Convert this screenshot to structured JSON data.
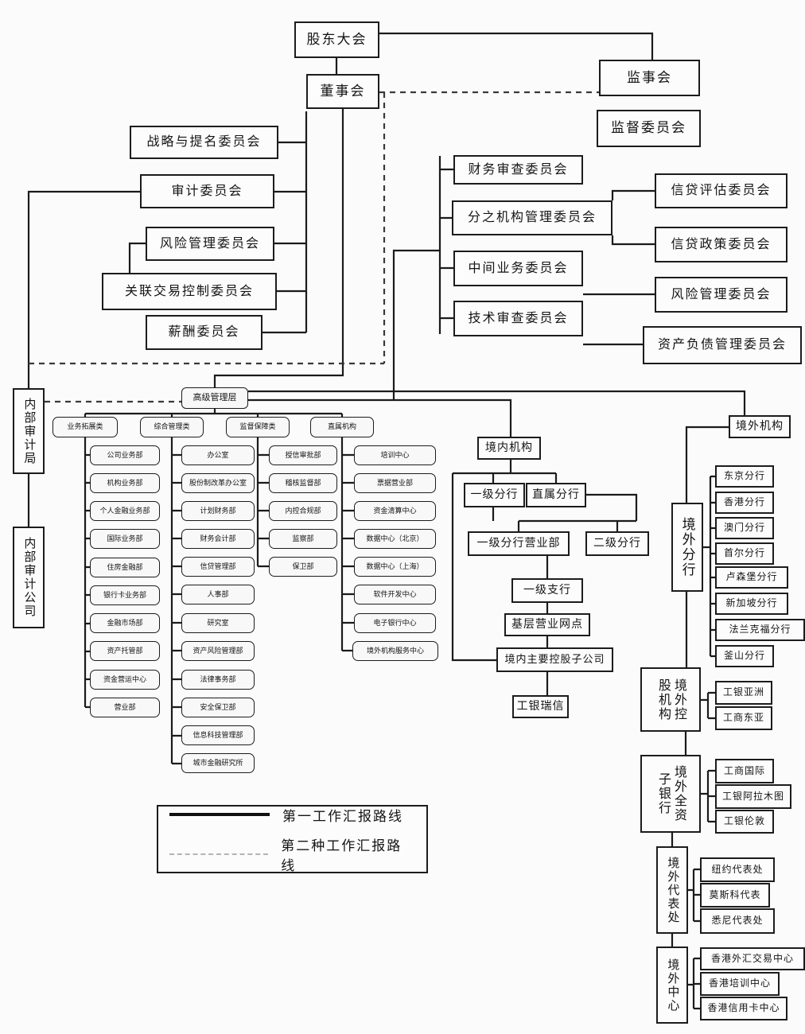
{
  "governance": {
    "shareholders_meeting": "股东大会",
    "board_of_directors": "董事会",
    "board_of_supervisors": "监事会",
    "supervisory_committee": "监督委员会"
  },
  "board_committees": [
    "战略与提名委员会",
    "审计委员会",
    "风险管理委员会",
    "关联交易控制委员会",
    "薪酬委员会"
  ],
  "management_committees": [
    "财务审查委员会",
    "分之机构管理委员会",
    "中间业务委员会",
    "技术审查委员会"
  ],
  "special_committees": [
    "信贷评估委员会",
    "信贷政策委员会",
    "风险管理委员会",
    "资产负债管理委员会"
  ],
  "senior_management": "高级管理层",
  "internal_audit": {
    "bureau": "内部审计局",
    "company": "内部审计公司"
  },
  "head_office_groups": [
    {
      "header": "业务拓展类",
      "items": [
        "公司业务部",
        "机构业务部",
        "个人金融业务部",
        "国际业务部",
        "住房金融部",
        "银行卡业务部",
        "金融市场部",
        "资产托管部",
        "资金营运中心",
        "营业部"
      ]
    },
    {
      "header": "综合管理类",
      "items": [
        "办公室",
        "股份制改革办公室",
        "计划财务部",
        "财务会计部",
        "信贷管理部",
        "人事部",
        "研究室",
        "资产风险管理部",
        "法律事务部",
        "安全保卫部",
        "信息科技管理部",
        "城市金融研究所"
      ]
    },
    {
      "header": "监督保障类",
      "items": [
        "授信审批部",
        "稽核监督部",
        "内控合规部",
        "监察部",
        "保卫部"
      ]
    },
    {
      "header": "直属机构",
      "items": [
        "培训中心",
        "票据营业部",
        "资金清算中心",
        "数据中心（北京）",
        "数据中心（上海）",
        "软件开发中心",
        "电子银行中心",
        "境外机构服务中心"
      ]
    }
  ],
  "domestic": {
    "root": "境内机构",
    "tier1_branch": "一级分行",
    "direct_branch": "直属分行",
    "tier1_business_dept": "一级分行营业部",
    "tier2_branch": "二级分行",
    "tier1_sub_branch": "一级支行",
    "outlets": "基层营业网点",
    "subsidiaries": "境内主要控股子公司",
    "icbc_credit_suisse": "工银瑞信"
  },
  "overseas": {
    "root": "境外机构",
    "branches": {
      "label": "境外分行",
      "items": [
        "东京分行",
        "香港分行",
        "澳门分行",
        "首尔分行",
        "卢森堡分行",
        "新加坡分行",
        "法兰克福分行",
        "釜山分行"
      ]
    },
    "holding": {
      "label": "境外控\n股机构",
      "items": [
        "工银亚洲",
        "工商东亚"
      ]
    },
    "wholly_owned": {
      "label": "境外全资\n子银行",
      "items": [
        "工商国际",
        "工银阿拉木图",
        "工银伦敦"
      ]
    },
    "rep_offices": {
      "label": "境外代表处",
      "items": [
        "纽约代表处",
        "莫斯科代表",
        "悉尼代表处"
      ]
    },
    "centers": {
      "label": "境外中心",
      "items": [
        "香港外汇交易中心",
        "香港培训中心",
        "香港信用卡中心"
      ]
    }
  },
  "legend": {
    "first": "第一工作汇报路线",
    "second": "第二种工作汇报路线"
  }
}
